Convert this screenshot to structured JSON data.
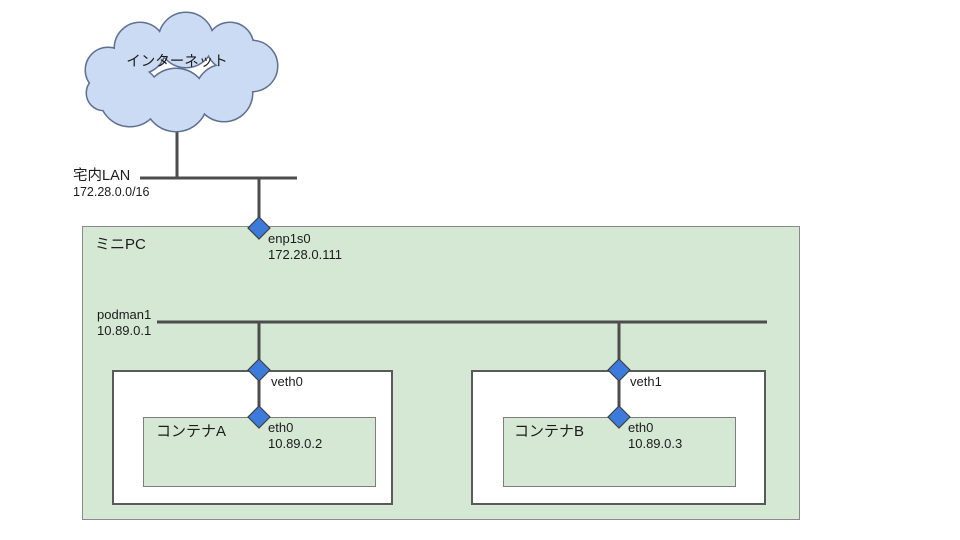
{
  "diagram_title": "podman network diagram",
  "colors": {
    "cloud_fill": "#ccdbf4",
    "cloud_stroke": "#5f7191",
    "green_box_fill": "#d5e8d4",
    "green_box_border": "#8a8a8a",
    "white_box_border": "#5a5a5a",
    "connector_line": "#4d4d4d",
    "diamond_fill": "#3c7bdb",
    "diamond_stroke": "#404040"
  },
  "internet": {
    "label": "インターネット"
  },
  "lan": {
    "label": "宅内LAN",
    "cidr": "172.28.0.0/16"
  },
  "minipc": {
    "label": "ミニPC",
    "uplink": {
      "name": "enp1s0",
      "ip": "172.28.0.111"
    },
    "bridge": {
      "name": "podman1",
      "ip": "10.89.0.1"
    }
  },
  "containers": [
    {
      "veth": "veth0",
      "label": "コンテナA",
      "nic": "eth0",
      "ip": "10.89.0.2"
    },
    {
      "veth": "veth1",
      "label": "コンテナB",
      "nic": "eth0",
      "ip": "10.89.0.3"
    }
  ]
}
